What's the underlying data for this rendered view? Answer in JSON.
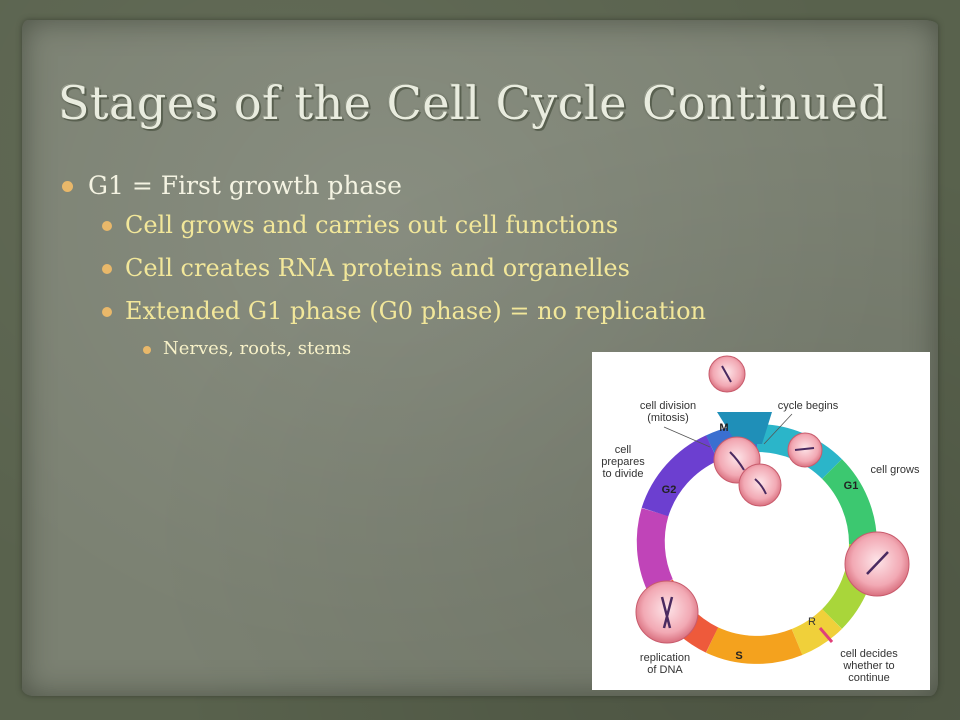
{
  "slide": {
    "title": "Stages of the Cell Cycle Continued",
    "bullet": "G1 = First growth phase",
    "sub_bullets": [
      "Cell grows and carries out cell functions",
      "Cell creates RNA proteins and organelles",
      "Extended G1 phase (G0 phase) = no replication"
    ],
    "sub_sub_bullet": "Nerves, roots, stems"
  },
  "diagram": {
    "labels": {
      "cell_division": "cell division",
      "mitosis": "(mitosis)",
      "cycle_begins": "cycle begins",
      "cell_prepares": "cell prepares",
      "to_divide": "to divide",
      "cell_grows": "cell grows",
      "replication": "replication",
      "of_dna": "of DNA",
      "cell_decides": "cell decides",
      "whether_to": "whether to",
      "continue": "continue"
    },
    "phases": {
      "m": "M",
      "g1": "G1",
      "g2": "G2",
      "s": "S",
      "r": "R"
    }
  },
  "colors": {
    "bullet_dot": "#e9b86a",
    "subtext": "#f2e79a",
    "title": "#e9ecdf"
  }
}
